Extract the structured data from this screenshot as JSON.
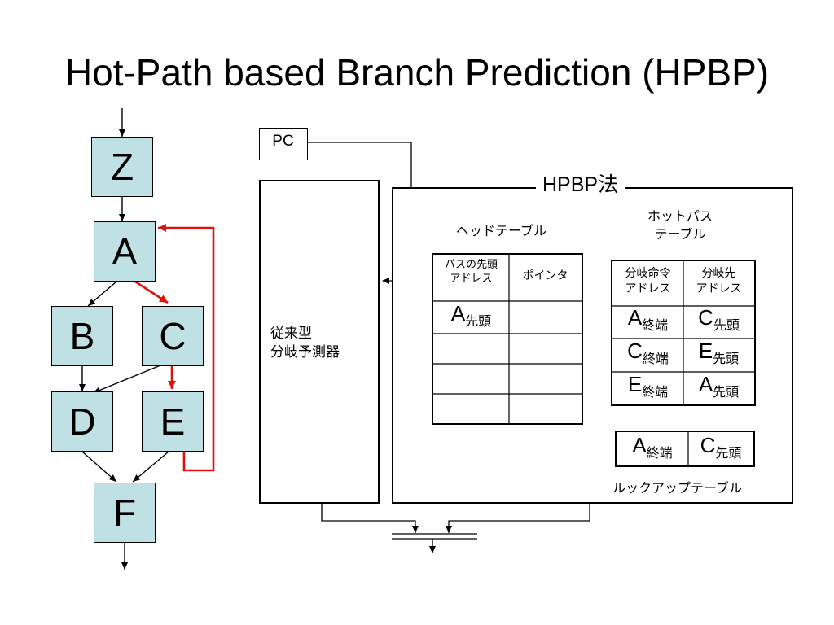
{
  "title": "Hot-Path based Branch Prediction (HPBP)",
  "cfg": {
    "nodes": {
      "z": "Z",
      "a": "A",
      "b": "B",
      "c": "C",
      "d": "D",
      "e": "E",
      "f": "F"
    }
  },
  "pc": "PC",
  "hpbp_label": "HPBP法",
  "conventional_predictor": [
    "従来型",
    "分岐予測器"
  ],
  "head_table": {
    "title": "ヘッドテーブル",
    "headers": [
      [
        "パスの先頭",
        "アドレス"
      ],
      [
        "ポインタ"
      ]
    ],
    "row0": {
      "letter": "A",
      "sub": "先頭"
    }
  },
  "hotpath_table": {
    "title": [
      "ホットパス",
      "テーブル"
    ],
    "headers": [
      [
        "分岐命令",
        "アドレス"
      ],
      [
        "分岐先",
        "アドレス"
      ]
    ],
    "rows": [
      [
        {
          "letter": "A",
          "sub": "終端"
        },
        {
          "letter": "C",
          "sub": "先頭"
        }
      ],
      [
        {
          "letter": "C",
          "sub": "終端"
        },
        {
          "letter": "E",
          "sub": "先頭"
        }
      ],
      [
        {
          "letter": "E",
          "sub": "終端"
        },
        {
          "letter": "A",
          "sub": "先頭"
        }
      ]
    ]
  },
  "lookup_table": {
    "title": "ルックアップテーブル",
    "row": [
      {
        "letter": "A",
        "sub": "終端"
      },
      {
        "letter": "C",
        "sub": "先頭"
      }
    ]
  },
  "colors": {
    "node_fill": "#bfe0e4",
    "hot_path": "#e01010",
    "line": "#000000"
  }
}
